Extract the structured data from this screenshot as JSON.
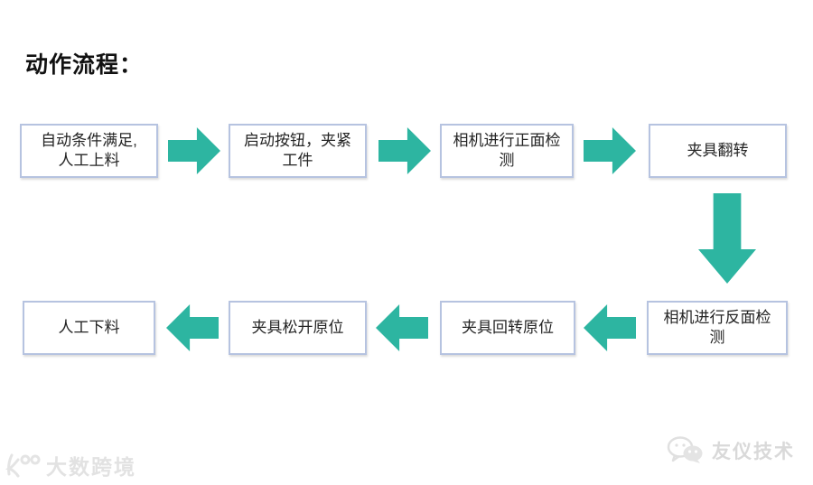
{
  "title": "动作流程：",
  "colors": {
    "arrow": "#2db5a1",
    "box_border": "#b6c3e0",
    "box_text": "#242424",
    "watermark": "#dedede"
  },
  "flow": {
    "steps": [
      {
        "name": "auto-condition-manual-load",
        "lines": [
          "自动条件满足,",
          "人工上料"
        ]
      },
      {
        "name": "start-button-clamp-workpiece",
        "lines": [
          "启动按钮，夹紧",
          "工件"
        ]
      },
      {
        "name": "camera-front-inspection",
        "lines": [
          "相机进行正面检",
          "测"
        ]
      },
      {
        "name": "fixture-flip",
        "lines": [
          "夹具翻转"
        ]
      },
      {
        "name": "camera-back-inspection",
        "lines": [
          "相机进行反面检",
          "测"
        ]
      },
      {
        "name": "fixture-rotate-back",
        "lines": [
          "夹具回转原位"
        ]
      },
      {
        "name": "fixture-release",
        "lines": [
          "夹具松开原位"
        ]
      },
      {
        "name": "manual-unload",
        "lines": [
          "人工下料"
        ]
      }
    ],
    "connections": [
      "step1→step2 right-arrow",
      "step2→step3 right-arrow",
      "step3→step4 right-arrow",
      "step4→step5 down-arrow",
      "step5→step6 left-arrow",
      "step6→step7 left-arrow",
      "step7→step8 left-arrow"
    ]
  },
  "watermarks": {
    "bottom_left": {
      "icon": "k100-logo",
      "text": "大数跨境"
    },
    "bottom_right": {
      "icon": "wechat-icon",
      "text": "友仪技术"
    }
  }
}
